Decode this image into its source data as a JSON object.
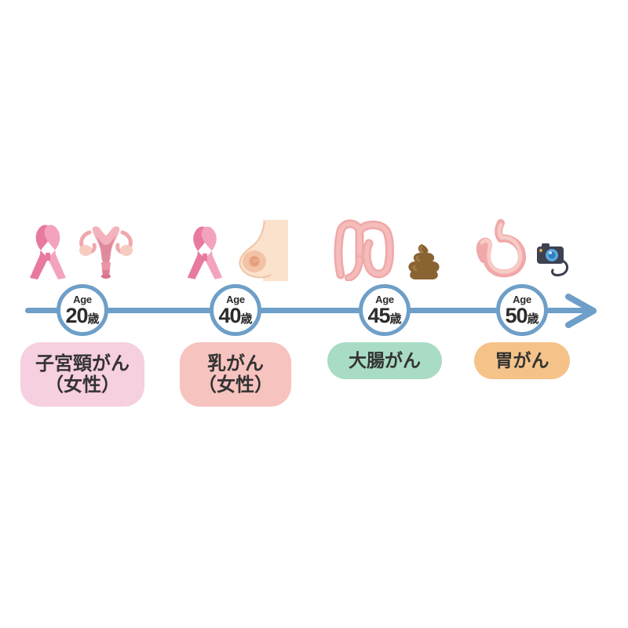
{
  "figure": {
    "type": "timeline-infographic",
    "topic": "cancer-screening-start-ages",
    "background_color": "#ffffff"
  },
  "timeline": {
    "line_color": "#6d9fc8",
    "arrow_direction": "right",
    "arrow_name": "timeline-arrow-right"
  },
  "milestones": [
    {
      "age_label": "Age",
      "age_number": "20",
      "age_unit": "歳",
      "pill_line1": "子宮頸がん",
      "pill_line2": "（女性）",
      "pill_color": "#f6cfe0",
      "circle_color": "#6d9fc8",
      "icons": [
        "pink-ribbon-icon",
        "uterus-icon"
      ]
    },
    {
      "age_label": "Age",
      "age_number": "40",
      "age_unit": "歳",
      "pill_line1": "乳がん",
      "pill_line2": "（女性）",
      "pill_color": "#f7c3bf",
      "circle_color": "#6d9fc8",
      "icons": [
        "pink-ribbon-icon",
        "breast-icon"
      ]
    },
    {
      "age_label": "Age",
      "age_number": "45",
      "age_unit": "歳",
      "pill_line1": "大腸がん",
      "pill_line2": "",
      "pill_color": "#a8dcc4",
      "circle_color": "#6d9fc8",
      "icons": [
        "large-intestine-icon",
        "stool-icon"
      ]
    },
    {
      "age_label": "Age",
      "age_number": "50",
      "age_unit": "歳",
      "pill_line1": "胃がん",
      "pill_line2": "",
      "pill_color": "#f5c389",
      "circle_color": "#6d9fc8",
      "icons": [
        "stomach-icon",
        "endoscope-camera-icon"
      ]
    }
  ]
}
